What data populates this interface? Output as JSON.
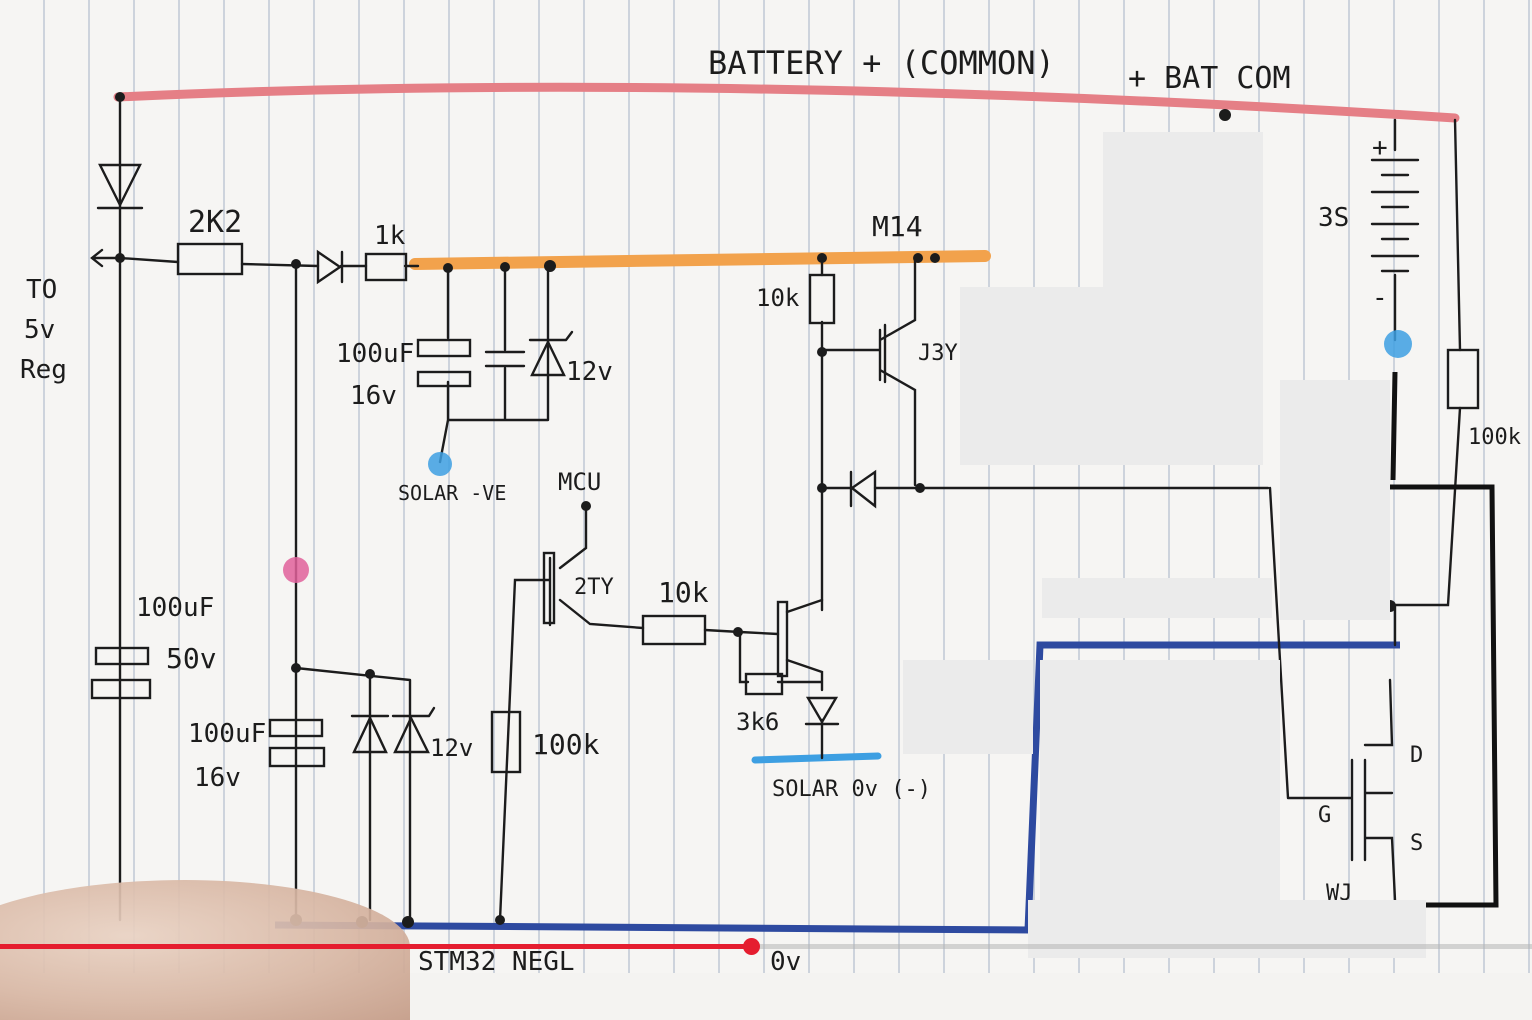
{
  "labels": {
    "battery_common": "BATTERY + (COMMON)",
    "bat_com": "+ BAT COM",
    "to_5v_reg_1": "TO",
    "to_5v_reg_2": "5v",
    "to_5v_reg_3": "Reg",
    "r_2k2": "2K2",
    "r_1k": "1k",
    "m14": "M14",
    "r_10k_top": "10k",
    "cap_100uf_top_1": "100uF",
    "cap_100uf_top_2": "16v",
    "zener_12v_top": "12v",
    "q_j3y": "J3Y",
    "solar_ve": "SOLAR -VE",
    "mcu": "MCU",
    "q_2ty": "2TY",
    "r_10k_mid": "10k",
    "cap_100uf_50v_1": "100uF",
    "cap_100uf_50v_2": "50v",
    "cap_100uf_bot_1": "100uF",
    "cap_100uf_bot_2": "16v",
    "zener_12v_bot": "12v",
    "r_100k_bot": "100k",
    "r_3k6": "3k6",
    "solar_0v": "SOLAR 0v (-)",
    "r_100k_right": "100k",
    "fet_d": "D",
    "fet_s": "S",
    "fet_g": "G",
    "fet_part": "WJ",
    "battery_plus": "+",
    "battery_minus": "-",
    "battery_label": "3S",
    "bottom_text_1": "STM32 NEGL",
    "bottom_text_2": "0v"
  },
  "colors": {
    "battery_rail": "#e57f86",
    "solar_rail": "#f2a24c",
    "ground_rail": "#2e4aa0",
    "ink": "#1c1c1c",
    "highlight_blue": "#3d9fe2",
    "highlight_pink": "#e0609a",
    "progress": "#e51d2f"
  },
  "video": {
    "progress_fraction": 0.49
  }
}
